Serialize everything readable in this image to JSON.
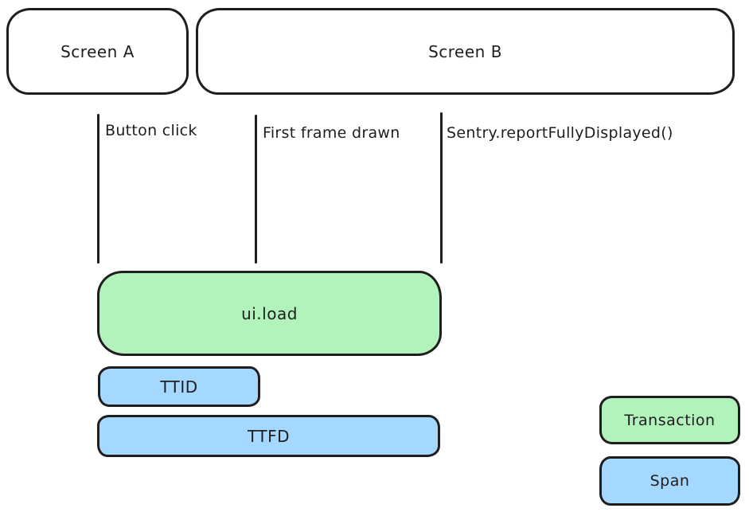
{
  "colors": {
    "stroke": "#1e1e1e",
    "transaction_fill": "#b2f2bb",
    "span_fill": "#a5d8ff",
    "background": "#ffffff"
  },
  "screens": [
    {
      "label": "Screen A"
    },
    {
      "label": "Screen B"
    }
  ],
  "events": [
    {
      "label": "Button click"
    },
    {
      "label": "First frame drawn"
    },
    {
      "label": "Sentry.reportFullyDisplayed()"
    }
  ],
  "timeline": {
    "transaction": {
      "label": "ui.load",
      "type": "transaction"
    },
    "ttid": {
      "label": "TTID",
      "type": "span"
    },
    "ttfd": {
      "label": "TTFD",
      "type": "span"
    }
  },
  "legend": [
    {
      "label": "Transaction",
      "type": "transaction"
    },
    {
      "label": "Span",
      "type": "span"
    }
  ]
}
